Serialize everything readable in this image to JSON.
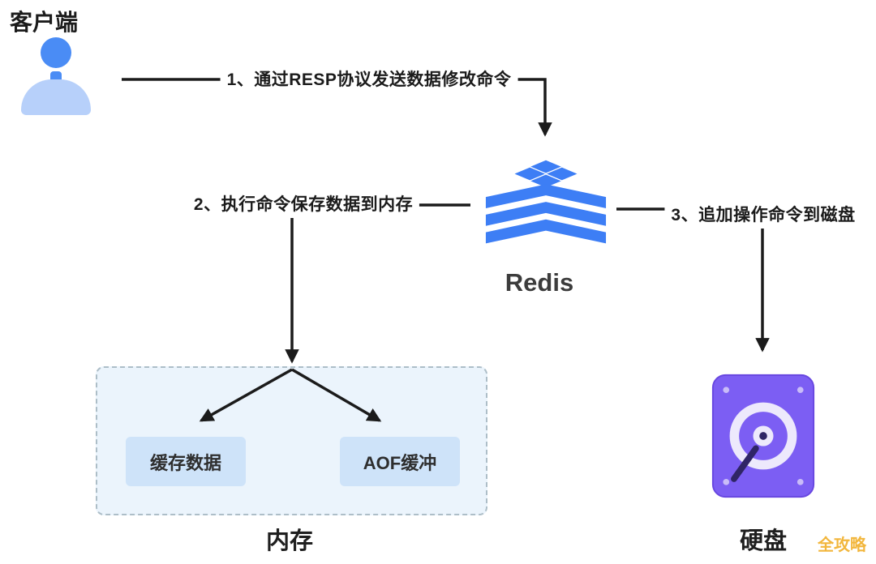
{
  "labels": {
    "client": "客户端",
    "redis": "Redis",
    "memory": "内存",
    "disk": "硬盘",
    "watermark": "全攻略"
  },
  "steps": {
    "step1": "1、通过RESP协议发送数据修改命令",
    "step2": "2、执行命令保存数据到内存",
    "step3": "3、追加操作命令到磁盘"
  },
  "memory_region": {
    "cache_box": "缓存数据",
    "aof_box": "AOF缓冲"
  },
  "icons": {
    "client": "person-icon",
    "redis": "redis-logo-icon",
    "disk": "hard-disk-icon"
  },
  "colors": {
    "redis_blue": "#3D7EF5",
    "person_head_blue": "#4A8CF5",
    "person_body_blue": "#B7D0FA",
    "disk_purple": "#7C5EF3",
    "disk_detail_lavender": "#EDE9FC",
    "memory_region_bg": "#EBF4FC",
    "inner_box_bg": "#CEE3F9",
    "arrow_color": "#1B1B1B",
    "watermark_gold": "#F2B63C"
  }
}
